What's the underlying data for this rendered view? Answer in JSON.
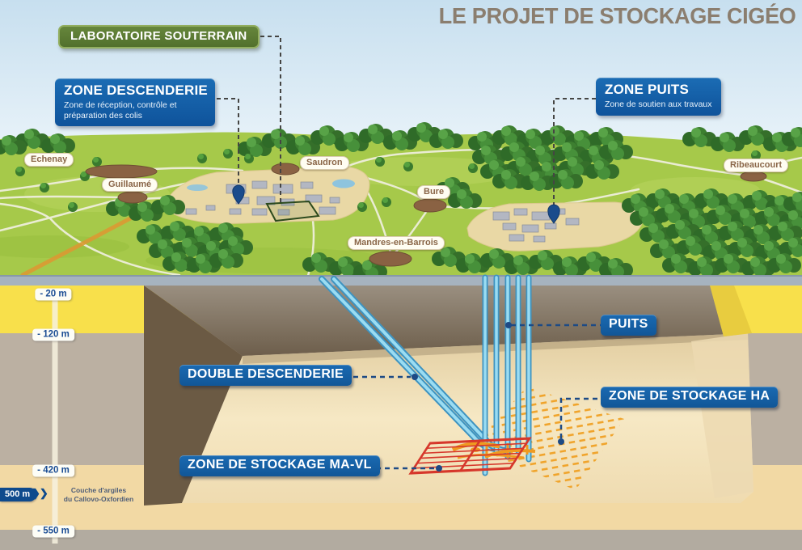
{
  "title": "LE PROJET DE STOCKAGE CIGÉO",
  "colors": {
    "accent_blue": "#1563a9",
    "accent_green": "#5e7e36",
    "layer_yellow": "#f8e04b",
    "layer_clay": "#f2d9a4",
    "tube_cyan": "#90d6ef",
    "grid_red": "#d6372b",
    "grid_orange": "#f0a124"
  },
  "surface": {
    "laboratoire": "LABORATOIRE SOUTERRAIN",
    "descenderie_title": "ZONE DESCENDERIE",
    "descenderie_sub": "Zone de réception, contrôle et préparation des colis",
    "puits_title": "ZONE PUITS",
    "puits_sub": "Zone de soutien aux travaux",
    "villages": [
      "Echenay",
      "Guillaumé",
      "Saudron",
      "Bure",
      "Mandres-en-Barrois",
      "Ribeaucourt"
    ]
  },
  "under": {
    "depths": [
      "- 20 m",
      "- 120 m",
      "- 420 m",
      "- 550 m"
    ],
    "scale": "500 m",
    "chevrons": "❯❯",
    "clay1": "Couche d'argiles",
    "clay2": "du Callovo-Oxfordien",
    "puits": "PUITS",
    "dd": "DOUBLE DESCENDERIE",
    "ha": "ZONE DE STOCKAGE HA",
    "mavl": "ZONE DE STOCKAGE MA-VL"
  }
}
